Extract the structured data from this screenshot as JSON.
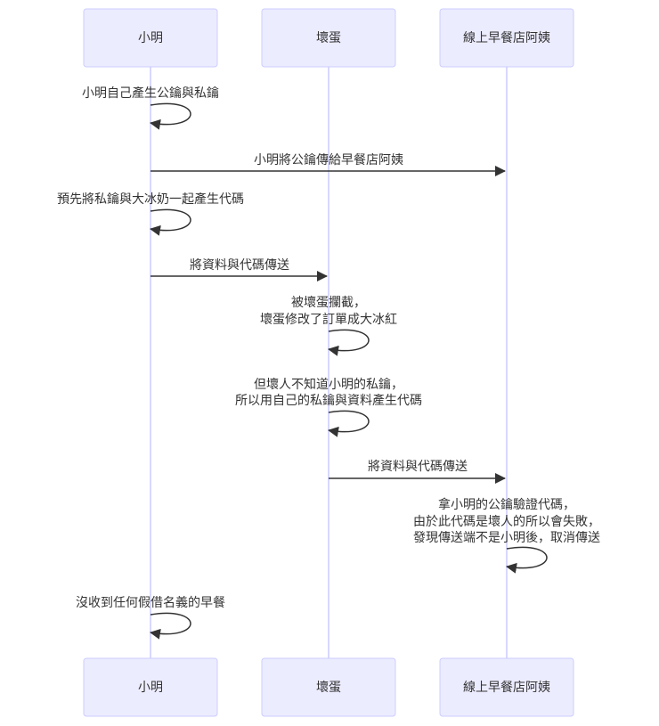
{
  "diagram": {
    "type": "sequence",
    "colors": {
      "actor_fill": "#ECECFF",
      "actor_border": "#CCCCFF",
      "lifeline": "#CCCCFF",
      "line": "#333333",
      "text": "#333333"
    },
    "actors": [
      {
        "id": "xiaoming",
        "label": "小明"
      },
      {
        "id": "villain",
        "label": "壞蛋"
      },
      {
        "id": "auntie",
        "label": "線上早餐店阿姨"
      }
    ],
    "messages": [
      {
        "from": "xiaoming",
        "to": "xiaoming",
        "text": "小明自己產生公鑰與私鑰"
      },
      {
        "from": "xiaoming",
        "to": "auntie",
        "text": "小明將公鑰傳給早餐店阿姨"
      },
      {
        "from": "xiaoming",
        "to": "xiaoming",
        "text": "預先將私鑰與大冰奶一起產生代碼"
      },
      {
        "from": "xiaoming",
        "to": "villain",
        "text": "將資料與代碼傳送"
      },
      {
        "from": "villain",
        "to": "villain",
        "text": "被壞蛋攔截，",
        "text2": "壞蛋修改了訂單成大冰紅"
      },
      {
        "from": "villain",
        "to": "villain",
        "text": "但壞人不知道小明的私鑰，",
        "text2": "所以用自己的私鑰與資料產生代碼"
      },
      {
        "from": "villain",
        "to": "auntie",
        "text": "將資料與代碼傳送"
      },
      {
        "from": "auntie",
        "to": "auntie",
        "text": "拿小明的公鑰驗證代碼，",
        "text2": "由於此代碼是壞人的所以會失敗，",
        "text3": "發現傳送端不是小明後，取消傳送"
      },
      {
        "from": "xiaoming",
        "to": "xiaoming",
        "text": "沒收到任何假借名義的早餐"
      }
    ]
  }
}
